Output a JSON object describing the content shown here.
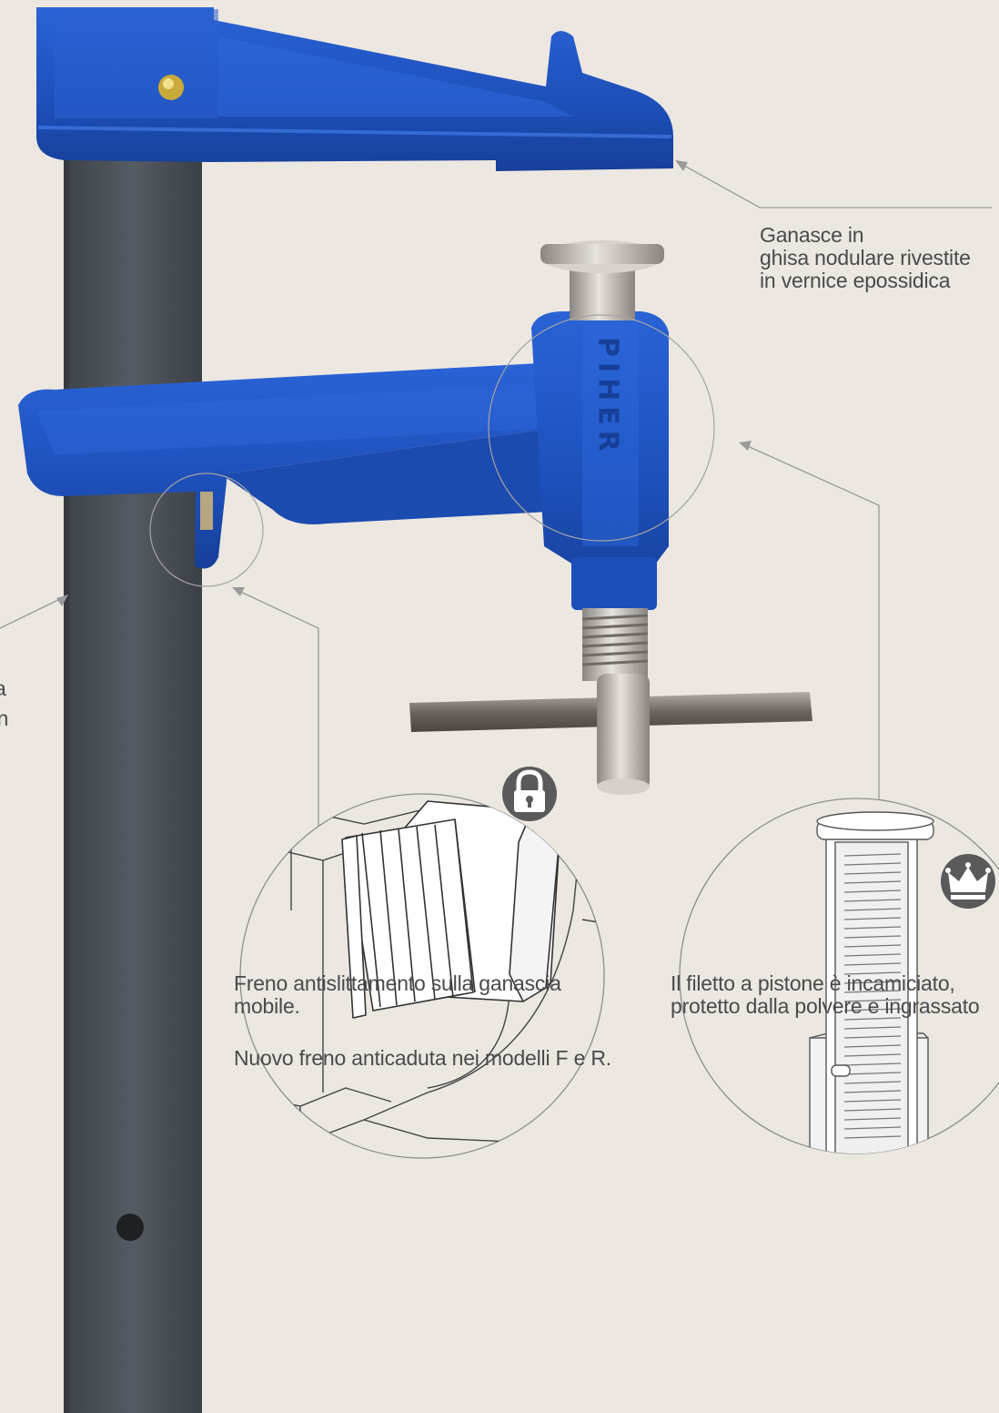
{
  "product": {
    "brand_engraving": "PIHER"
  },
  "callouts": {
    "jaw_material": {
      "lines": [
        "Ganasce in",
        "ghisa nodulare rivestite",
        "in vernice epossidica"
      ]
    },
    "bar_partial": {
      "lines": [
        "a",
        "",
        "on"
      ]
    },
    "anti_slip_brake": {
      "lines": [
        "Freno antislittamento sulla ganascia",
        "mobile."
      ]
    },
    "piston_thread": {
      "lines": [
        "Il filetto a pistone è incamiciato,",
        "protetto dalla polvere e ingrassato"
      ]
    },
    "anti_fall_brake": {
      "lines": [
        "Nuovo freno anticaduta nei modelli F e R."
      ]
    }
  },
  "icons": {
    "lock": "lock-icon",
    "crown": "crown-icon"
  },
  "colors": {
    "background": "#ece7e1",
    "clamp_blue": "#1f50b8",
    "bar_gray": "#4f555c",
    "line_gray": "#9a9a9a",
    "badge_gray": "#5a5a5a",
    "text": "#4a4a4a"
  }
}
